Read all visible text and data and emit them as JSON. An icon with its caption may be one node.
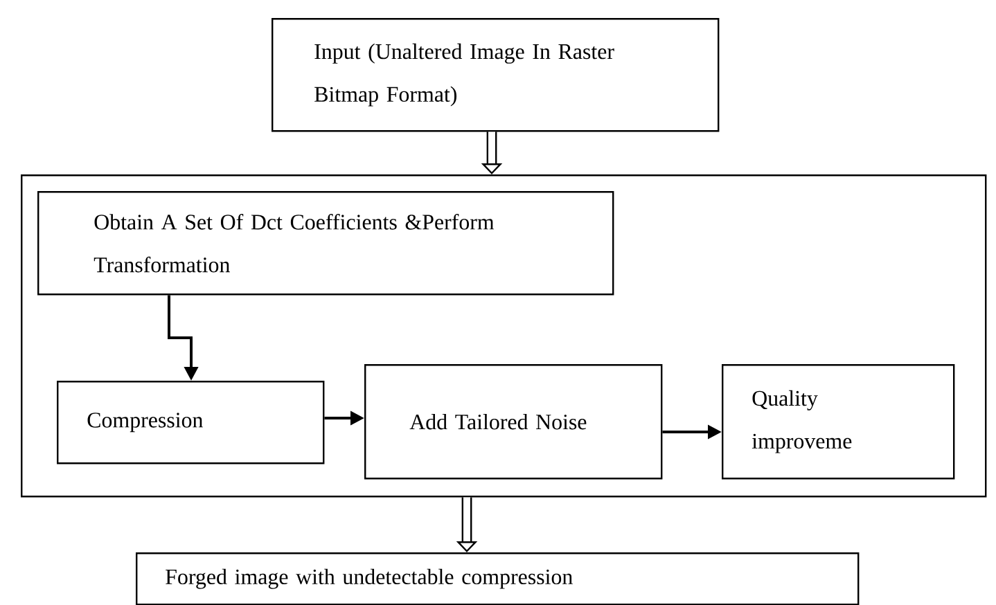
{
  "diagram": {
    "nodes": [
      {
        "text": [
          "Input (Unaltered Image In Raster Bitmap Format)"
        ]
      },
      {
        "text": [],
        "shape": "box"
      },
      {
        "text": [
          "Obtain A Set Of Dct Coefficients &Perform Transformation"
        ],
        "in": 1
      },
      {
        "text": [
          "Compression"
        ],
        "in": 1
      },
      {
        "text": [
          "Add Tailored Noise"
        ],
        "in": 1
      },
      {
        "text": [
          "Quality improveme"
        ],
        "in": 1
      },
      {
        "text": [
          "Forged image with undetectable compression"
        ]
      }
    ],
    "edges": [
      {
        "from": 0,
        "to": 1,
        "arrow": "to",
        "style": "thick"
      },
      {
        "from": 2,
        "to": 3,
        "arrow": "to"
      },
      {
        "from": 3,
        "to": 4,
        "arrow": "to"
      },
      {
        "from": 4,
        "to": 5,
        "arrow": "to"
      },
      {
        "from": 1,
        "to": 6,
        "arrow": "to",
        "style": "thick"
      }
    ]
  }
}
